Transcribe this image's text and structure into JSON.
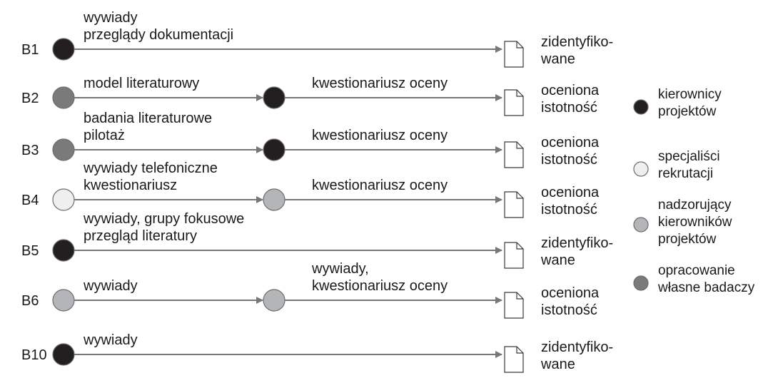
{
  "palette": {
    "kierownicy": "#231f20",
    "specjalisci": "#efefef",
    "nadzorujacy": "#b3b5b8",
    "opracowanie": "#7a7a7a",
    "arrow": "#777777",
    "stroke": "#6d6d6d"
  },
  "rows": [
    {
      "id": "B1",
      "label": "B1",
      "nodes": [
        "kierownicy"
      ],
      "segments": [
        [
          "wywiady",
          "przeglądy dokumentacji"
        ]
      ],
      "outcome": [
        "zidentyfiko-",
        "wane"
      ]
    },
    {
      "id": "B2",
      "label": "B2",
      "nodes": [
        "opracowanie",
        "kierownicy"
      ],
      "segments": [
        [
          "model literaturowy"
        ],
        [
          "kwestionariusz oceny"
        ]
      ],
      "outcome": [
        "oceniona",
        "istotność"
      ]
    },
    {
      "id": "B3",
      "label": "B3",
      "nodes": [
        "opracowanie",
        "kierownicy"
      ],
      "segments": [
        [
          "badania literaturowe",
          "pilotaż"
        ],
        [
          "kwestionariusz oceny"
        ]
      ],
      "outcome": [
        "oceniona",
        "istotność"
      ]
    },
    {
      "id": "B4",
      "label": "B4",
      "nodes": [
        "specjalisci",
        "nadzorujacy"
      ],
      "segments": [
        [
          "wywiady telefoniczne",
          "kwestionariusz"
        ],
        [
          "kwestionariusz oceny"
        ]
      ],
      "outcome": [
        "oceniona",
        "istotność"
      ]
    },
    {
      "id": "B5",
      "label": "B5",
      "nodes": [
        "kierownicy"
      ],
      "segments": [
        [
          "wywiady, grupy fokusowe",
          "przegląd literatury"
        ]
      ],
      "outcome": [
        "zidentyfiko-",
        "wane"
      ]
    },
    {
      "id": "B6",
      "label": "B6",
      "nodes": [
        "nadzorujacy",
        "nadzorujacy"
      ],
      "segments": [
        [
          "wywiady"
        ],
        [
          "wywiady,",
          "kwestionariusz oceny"
        ]
      ],
      "outcome": [
        "oceniona",
        "istotność"
      ]
    },
    {
      "id": "B10",
      "label": "B10",
      "nodes": [
        "kierownicy"
      ],
      "segments": [
        [
          "wywiady"
        ]
      ],
      "outcome": [
        "zidentyfiko-",
        "wane"
      ]
    }
  ],
  "legend": [
    {
      "key": "kierownicy",
      "lines": [
        "kierownicy",
        "projektów"
      ]
    },
    {
      "key": "specjalisci",
      "lines": [
        "specjaliści",
        "rekrutacji"
      ]
    },
    {
      "key": "nadzorujacy",
      "lines": [
        "nadzorujący",
        "kierowników",
        "projektów"
      ]
    },
    {
      "key": "opracowanie",
      "lines": [
        "opracowanie",
        "własne badaczy"
      ]
    }
  ]
}
